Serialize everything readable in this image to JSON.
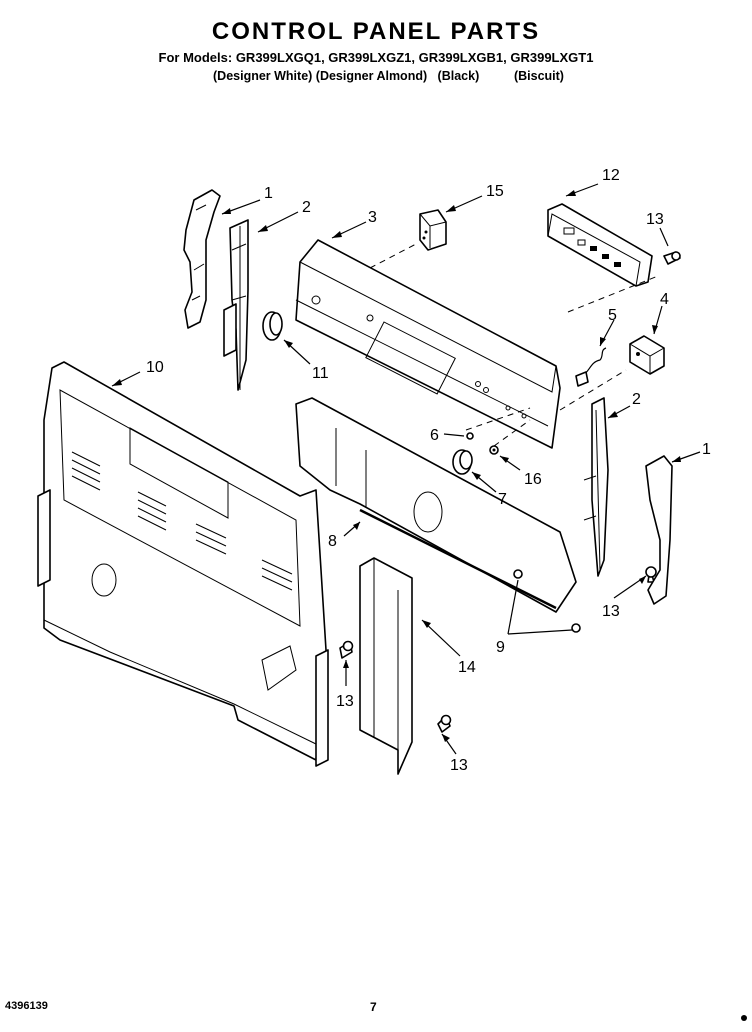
{
  "header": {
    "title": "CONTROL PANEL PARTS",
    "models": "For Models: GR399LXGQ1, GR399LXGZ1, GR399LXGB1, GR399LXGT1",
    "variants": "(Designer White) (Designer Almond)   (Black)          (Biscuit)"
  },
  "footer": {
    "doc_number": "4396139",
    "page_number": "7"
  },
  "callouts": [
    "1",
    "2",
    "3",
    "15",
    "12",
    "13",
    "4",
    "5",
    "10",
    "11",
    "6",
    "2",
    "1",
    "7",
    "16",
    "8",
    "9",
    "13",
    "14",
    "13",
    "13"
  ]
}
